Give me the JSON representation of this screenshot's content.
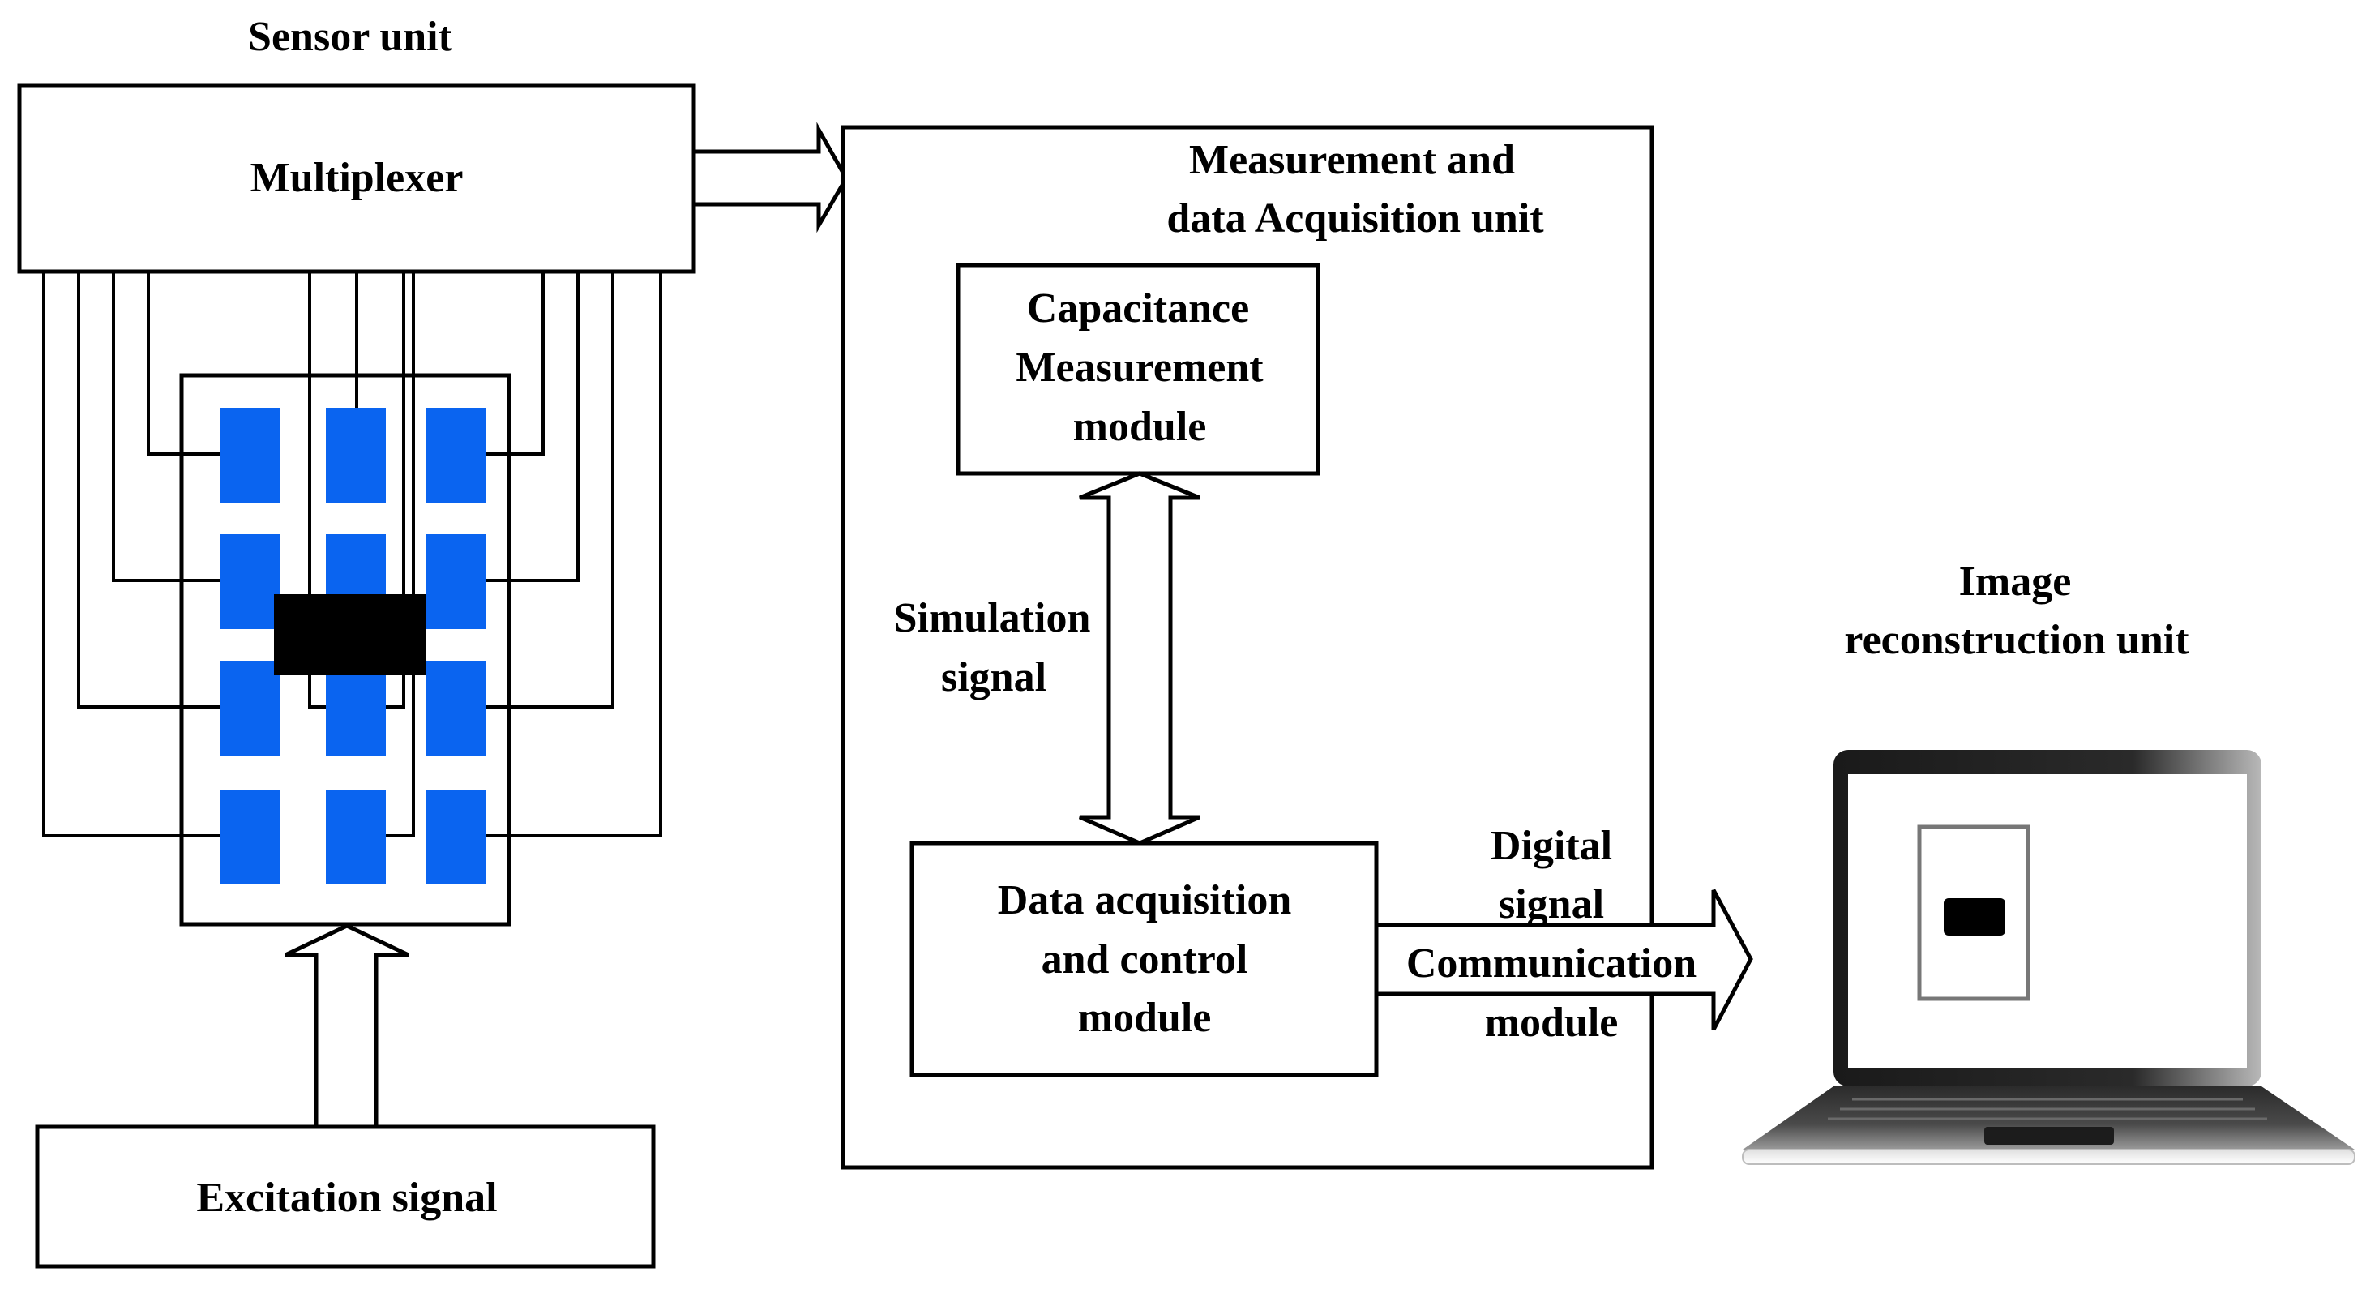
{
  "labels": {
    "sensor_unit": "Sensor unit",
    "multiplexer": "Multiplexer",
    "excitation_signal": "Excitation signal",
    "measurement_unit_line1": "Measurement and",
    "measurement_unit_line2": "data Acquisition unit",
    "capacitance_line1": "Capacitance",
    "capacitance_line2": "Measurement",
    "capacitance_line3": "module",
    "simulation_line1": "Simulation",
    "simulation_line2": "signal",
    "daq_line1": "Data acquisition",
    "daq_line2": "and control",
    "daq_line3": "module",
    "digital_line1": "Digital",
    "digital_line2": "signal",
    "comm_line1": "Communication",
    "comm_line2": "module",
    "image_line1": "Image",
    "image_line2": "reconstruction unit"
  },
  "colors": {
    "electrode": "#0a64f0",
    "object": "#000000",
    "line": "#000000"
  },
  "icons": {
    "laptop": "laptop-icon"
  }
}
